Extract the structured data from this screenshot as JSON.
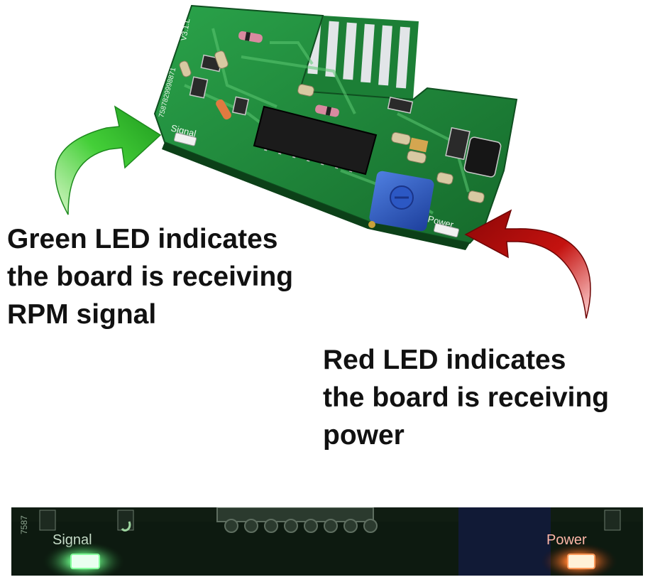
{
  "board": {
    "version_mark": "V3.1.L",
    "serial_mark": "7587829998871",
    "signal_silk": "Signal",
    "power_silk": "Power"
  },
  "captions": {
    "green": [
      "Green LED indicates",
      "the board is receiving",
      "RPM signal"
    ],
    "red": [
      "Red LED indicates",
      "the board is receiving",
      "power"
    ]
  },
  "photo_strip": {
    "serial_fragment": "7587",
    "signal_silk": "Signal",
    "power_silk": "Power"
  },
  "colors": {
    "board_green": "#1f8a3a",
    "green_arrow": "#36c72e",
    "red_arrow": "#b3090b",
    "signal_led": "#c8ffd2",
    "power_led": "#ffd08a"
  },
  "icons": {
    "green_arrow": "curved-arrow-right-icon",
    "red_arrow": "curved-arrow-left-icon"
  }
}
